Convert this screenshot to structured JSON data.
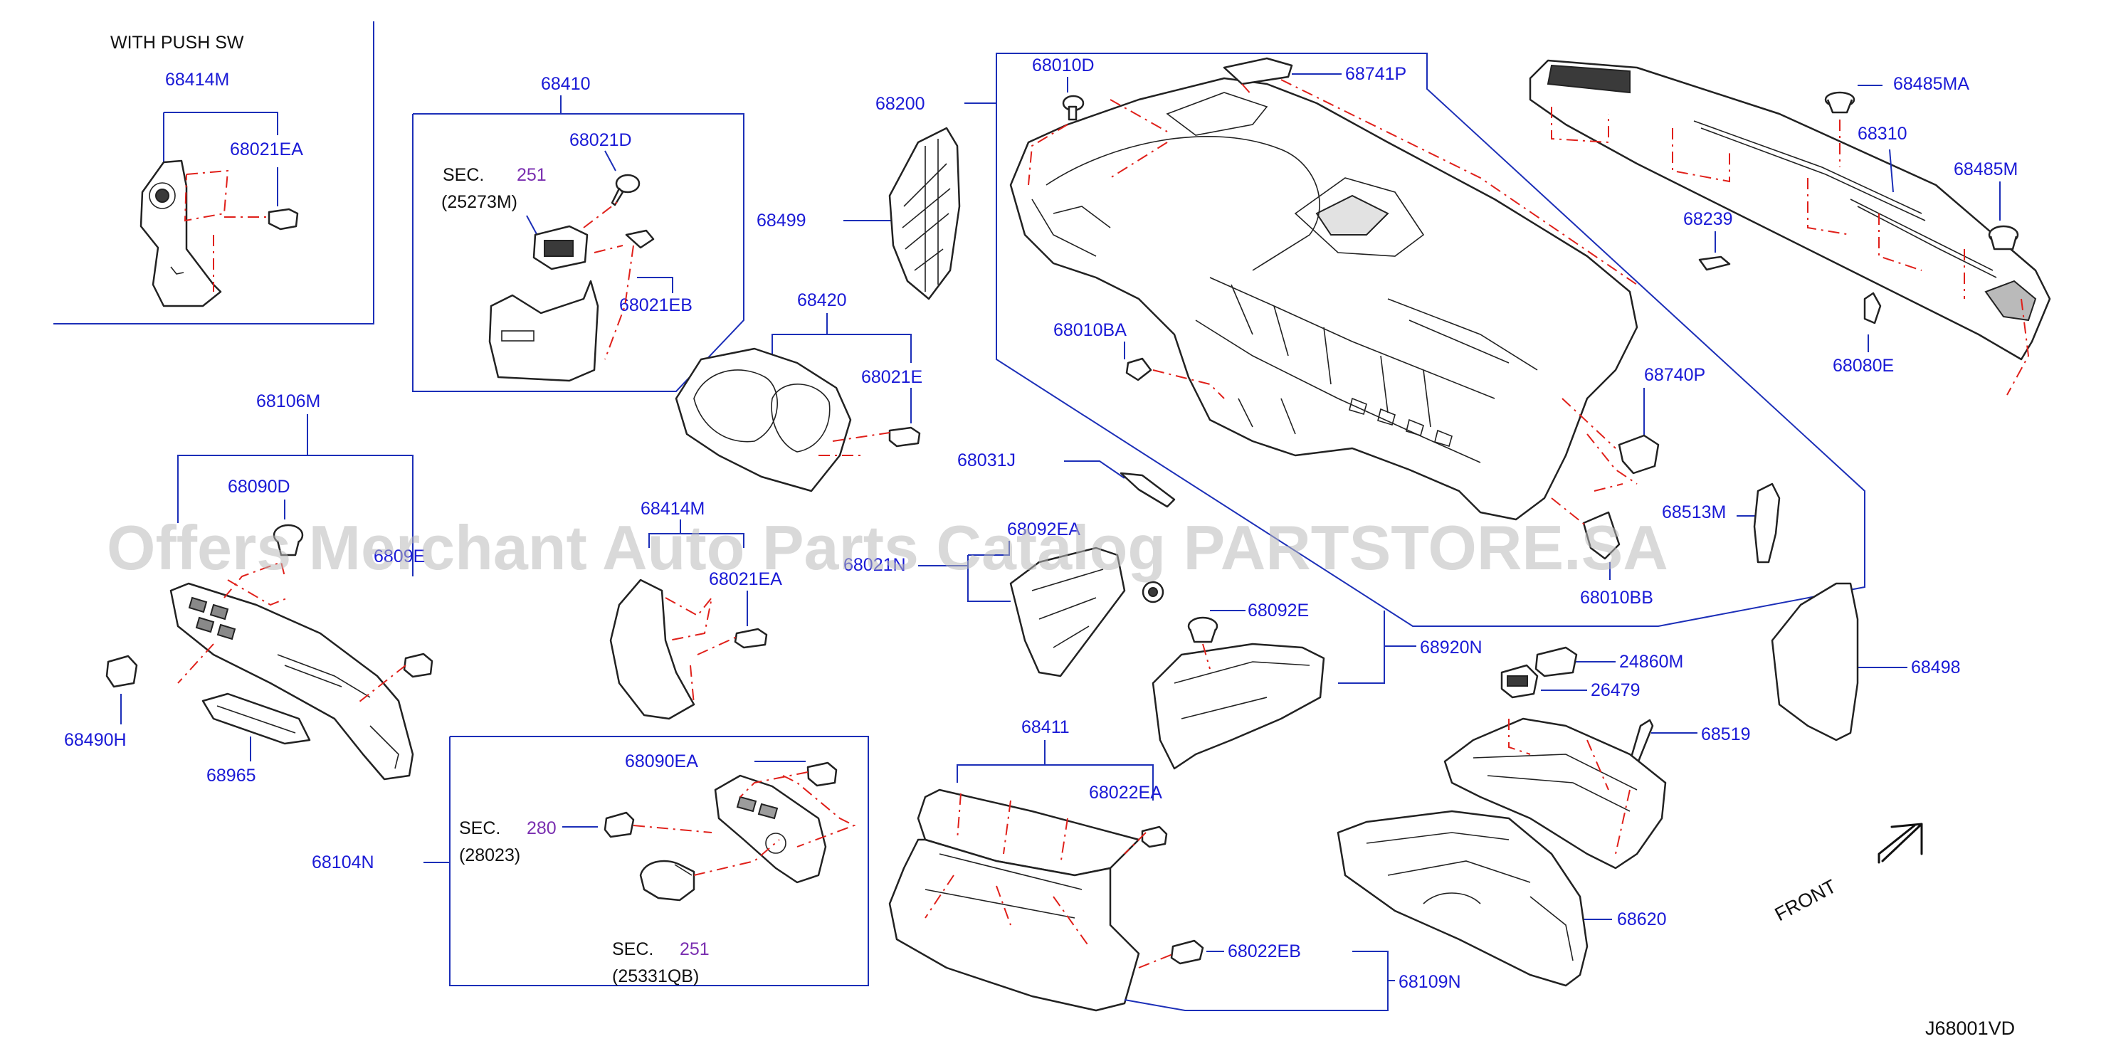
{
  "watermark": "Offers Merchant Auto Parts Catalog PARTSTORE.SA",
  "diagram_code": "J68001VD",
  "inset_push_sw": {
    "title": "WITH   PUSH   SW",
    "parts": [
      "68414M",
      "68021EA"
    ]
  },
  "group_68410": {
    "number": "68410",
    "sec_label": "SEC.",
    "sec_ref": "251",
    "sec_code": "(25273M)",
    "parts": [
      "68021D",
      "68021EB"
    ]
  },
  "group_68104N": {
    "number": "68104N",
    "sec1": {
      "label": "SEC.",
      "ref": "280",
      "code": "(28023)"
    },
    "sec2": {
      "label": "SEC.",
      "ref": "251",
      "code": "(25331QB)"
    },
    "parts": [
      "68090EA"
    ]
  },
  "labels": {
    "p68200": "68200",
    "p68499": "68499",
    "p68010D": "68010D",
    "p68741P": "68741P",
    "p68485MA": "68485MA",
    "p68310": "68310",
    "p68485M": "68485M",
    "p68239": "68239",
    "p68080E": "68080E",
    "p68010BA": "68010BA",
    "p68740P": "68740P",
    "p68420": "68420",
    "p68021E": "68021E",
    "p68031J": "68031J",
    "p68513M": "68513M",
    "p68010BB": "68010BB",
    "p68106M": "68106M",
    "p68090D": "68090D",
    "p68090E": "6809E",
    "p68490H": "68490H",
    "p68965": "68965",
    "p68414M_b": "68414M",
    "p68021EA_b": "68021EA",
    "p68092EA": "68092EA",
    "p68021N": "68021N",
    "p68092E": "68092E",
    "p68920N": "68920N",
    "p24860M": "24860M",
    "p26479": "26479",
    "p68498": "68498",
    "p68519": "68519",
    "p68411": "68411",
    "p68022EA": "68022EA",
    "p68022EB": "68022EB",
    "p68109N": "68109N",
    "p68620": "68620"
  },
  "front_label": "FRONT"
}
